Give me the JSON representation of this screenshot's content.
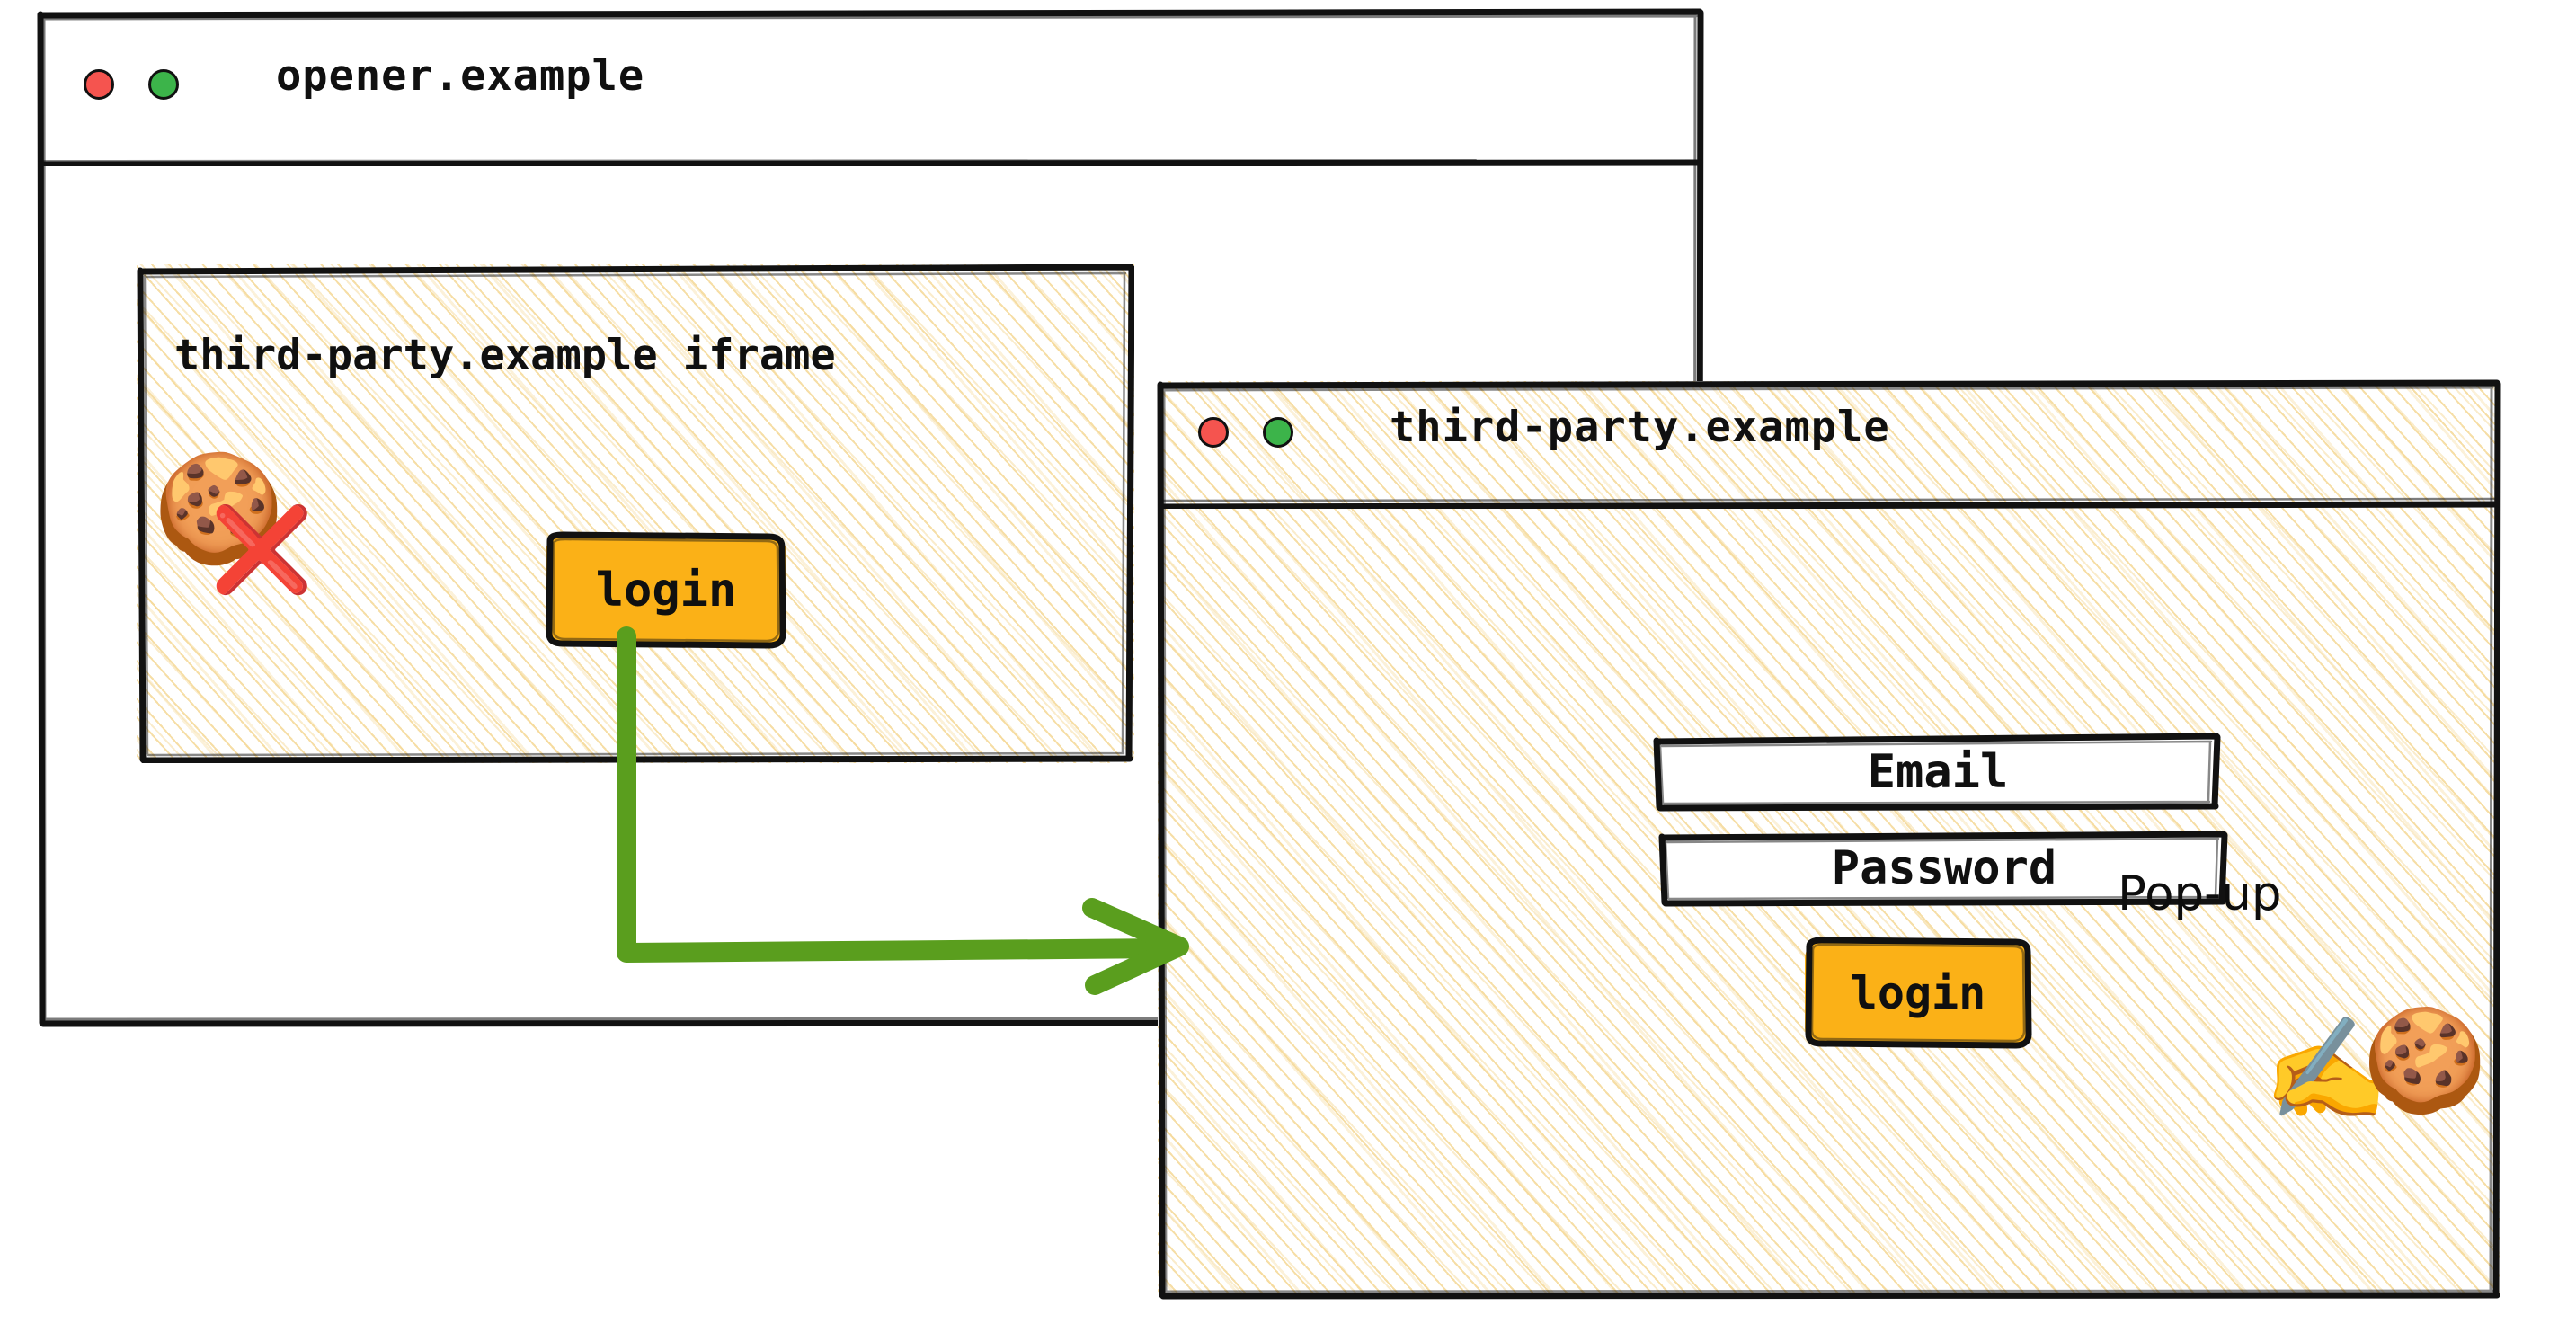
{
  "opener_window": {
    "title": "opener.example",
    "controls": [
      {
        "name": "close-dot",
        "color": "#f5544f"
      },
      {
        "name": "maximize-dot",
        "color": "#3cb44a"
      }
    ],
    "iframe": {
      "label": "third-party.example iframe",
      "cookie_icon": "🍪",
      "blocked_icon": "❌",
      "login_button": "login"
    }
  },
  "popup_window": {
    "title": "third-party.example",
    "controls": [
      {
        "name": "close-dot",
        "color": "#f5544f"
      },
      {
        "name": "maximize-dot",
        "color": "#3cb44a"
      }
    ],
    "annotation": "Pop-up",
    "form": {
      "email_label": "Email",
      "password_label": "Password",
      "login_button": "login"
    },
    "writing_hand_icon": "✍️",
    "cookie_icon": "🍪"
  },
  "arrow": {
    "name": "flow-arrow",
    "color": "#5a9e1e",
    "from": "iframe login button",
    "to": "third-party.example pop-up window"
  },
  "colors": {
    "amber": "#fbb117",
    "green_arrow": "#5a9e1e",
    "red_dot": "#f5544f",
    "green_dot": "#3cb44a",
    "hatch": "#f5d896",
    "ink": "#101010"
  }
}
